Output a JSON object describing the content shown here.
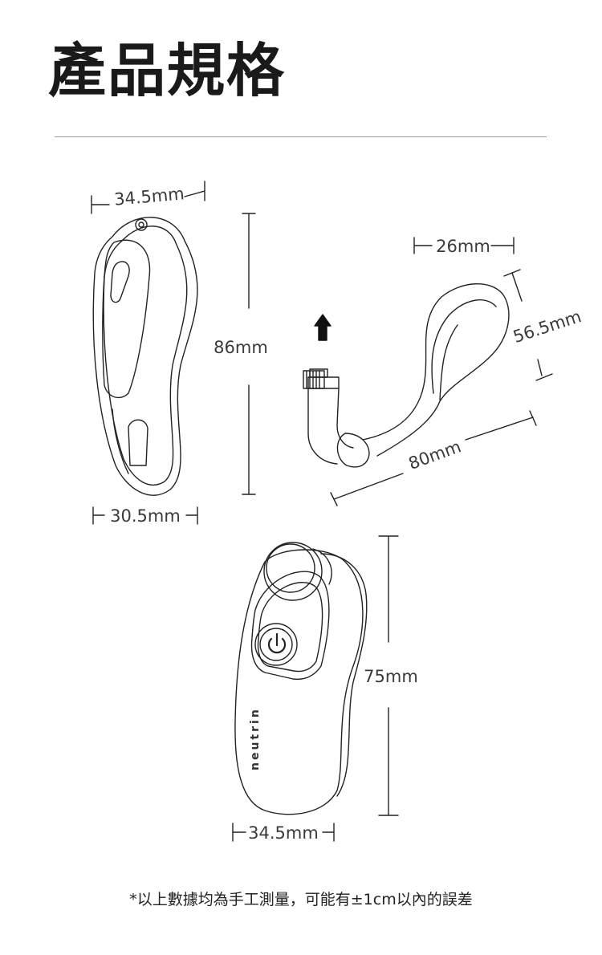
{
  "header": {
    "title": "產品規格"
  },
  "device_front": {
    "width_top": "34.5mm",
    "width_bottom": "30.5mm",
    "height": "86mm"
  },
  "cable": {
    "width": "26mm",
    "height": "56.5mm",
    "length": "80mm"
  },
  "device_side": {
    "height": "75mm",
    "width": "34.5mm",
    "brand": "neutrin"
  },
  "footer": {
    "note": "*以上數據均為手工測量，可能有±1cm以內的誤差"
  }
}
